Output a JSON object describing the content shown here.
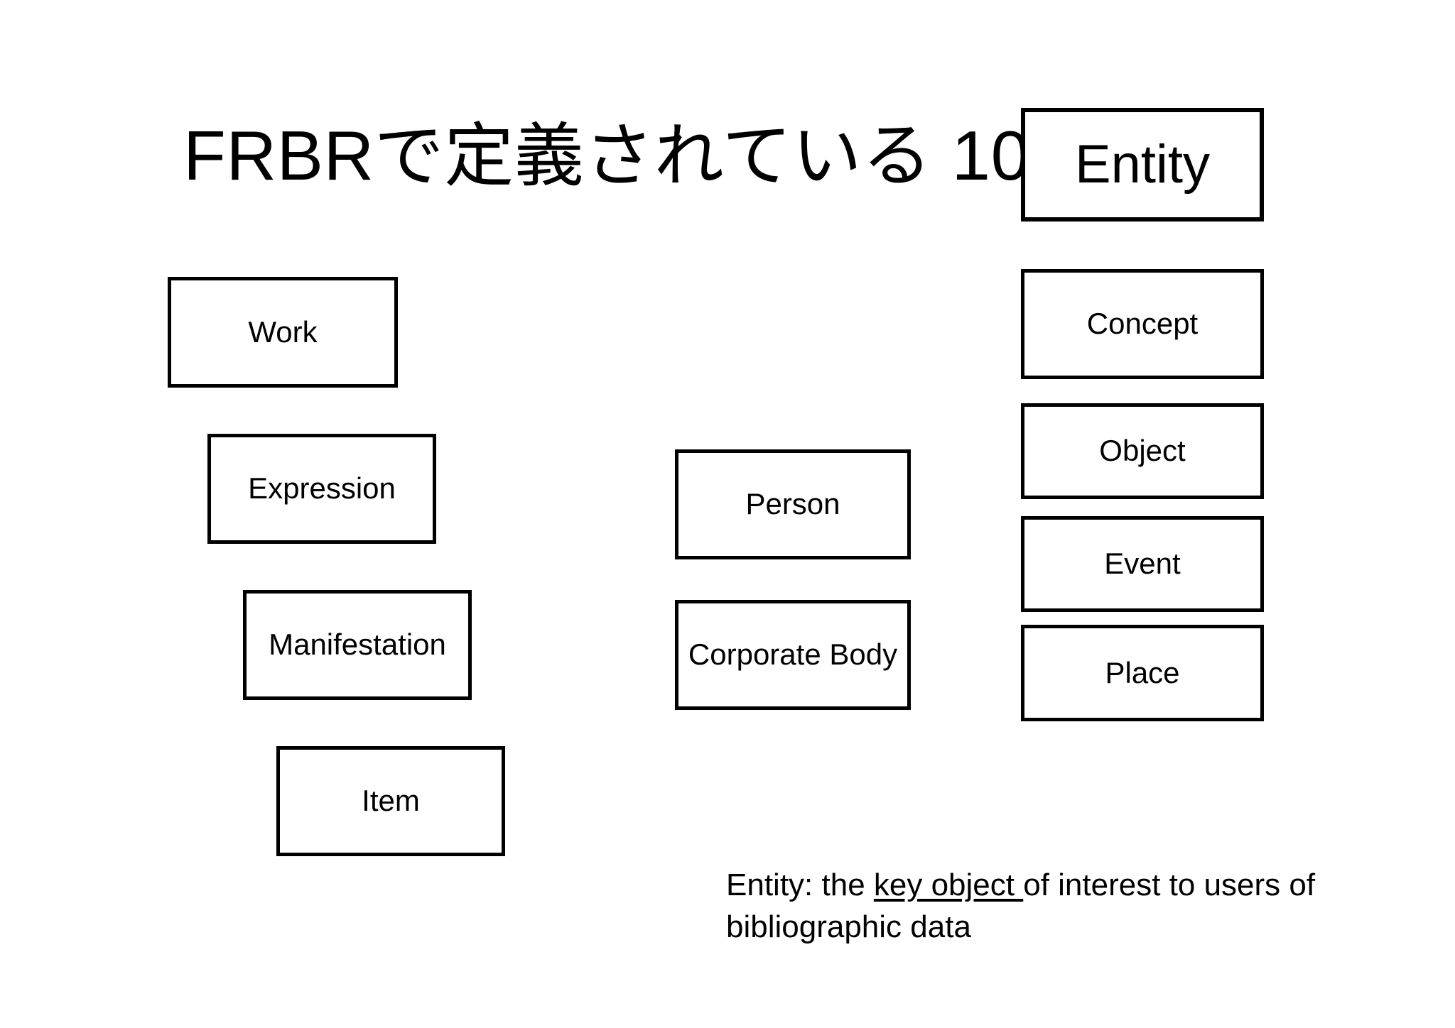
{
  "slide": {
    "title": "FRBRで定義されている 10",
    "background_color": "#ffffff",
    "text_color": "#000000",
    "border_color": "#000000"
  },
  "header_box": {
    "label": "Entity"
  },
  "groups": {
    "wemi": {
      "boxes": [
        {
          "label": "Work"
        },
        {
          "label": "Expression"
        },
        {
          "label": "Manifestation"
        },
        {
          "label": "Item"
        }
      ]
    },
    "agents": {
      "boxes": [
        {
          "label": "Person"
        },
        {
          "label": "Corporate Body"
        }
      ]
    },
    "subjects": {
      "boxes": [
        {
          "label": "Concept"
        },
        {
          "label": "Object"
        },
        {
          "label": "Event"
        },
        {
          "label": "Place"
        }
      ]
    }
  },
  "caption": {
    "lead": "Entity: the ",
    "underlined": "key object ",
    "rest": "of interest to users of bibliographic data"
  }
}
